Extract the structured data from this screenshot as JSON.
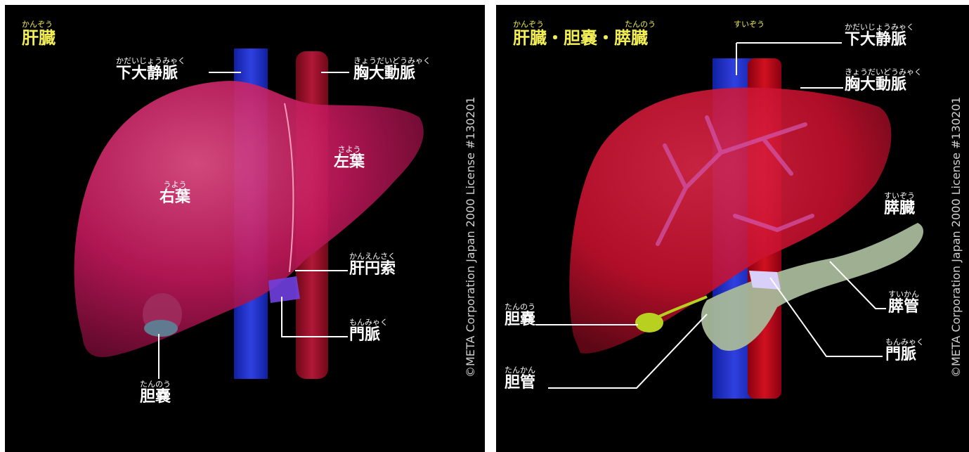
{
  "left": {
    "title": {
      "ruby": "かんぞう",
      "main": "肝臓"
    },
    "labels": {
      "ivc": {
        "ruby": "かだいじょうみゃく",
        "main": "下大静脈"
      },
      "aorta": {
        "ruby": "きょうだいどうみゃく",
        "main": "胸大動脈"
      },
      "left_lobe": {
        "ruby": "さよう",
        "main": "左葉"
      },
      "right_lobe": {
        "ruby": "うよう",
        "main": "右葉"
      },
      "round_ligament": {
        "ruby": "かんえんさく",
        "main": "肝円索"
      },
      "portal_vein": {
        "ruby": "もんみゃく",
        "main": "門脈"
      },
      "gallbladder": {
        "ruby": "たんのう",
        "main": "胆嚢"
      }
    },
    "copyright": "©META Corporation Japan 2000 License #130201"
  },
  "right": {
    "title": {
      "ruby1": "かんぞう",
      "ruby2": "たんのう",
      "ruby3": "すいぞう",
      "main": "肝臓・胆嚢・膵臓"
    },
    "labels": {
      "ivc": {
        "ruby": "かだいじょうみゃく",
        "main": "下大静脈"
      },
      "aorta": {
        "ruby": "きょうだいどうみゃく",
        "main": "胸大動脈"
      },
      "pancreas": {
        "ruby": "すいぞう",
        "main": "膵臓"
      },
      "pancreatic_duct": {
        "ruby": "すいかん",
        "main": "膵管"
      },
      "portal_vein": {
        "ruby": "もんみゃく",
        "main": "門脈"
      },
      "gallbladder": {
        "ruby": "たんのう",
        "main": "胆嚢"
      },
      "bile_duct": {
        "ruby": "たんかん",
        "main": "胆管"
      }
    },
    "copyright": "©META Corporation Japan 2000 License #130201"
  },
  "colors": {
    "liver_left": "#c2185b",
    "liver_right": "#c8102e",
    "ivc": "#2030c8",
    "aorta": "#a0102a",
    "gallbladder": "#b8d020",
    "pancreas": "#a8b89a",
    "title_yellow": "#f2ee55"
  }
}
